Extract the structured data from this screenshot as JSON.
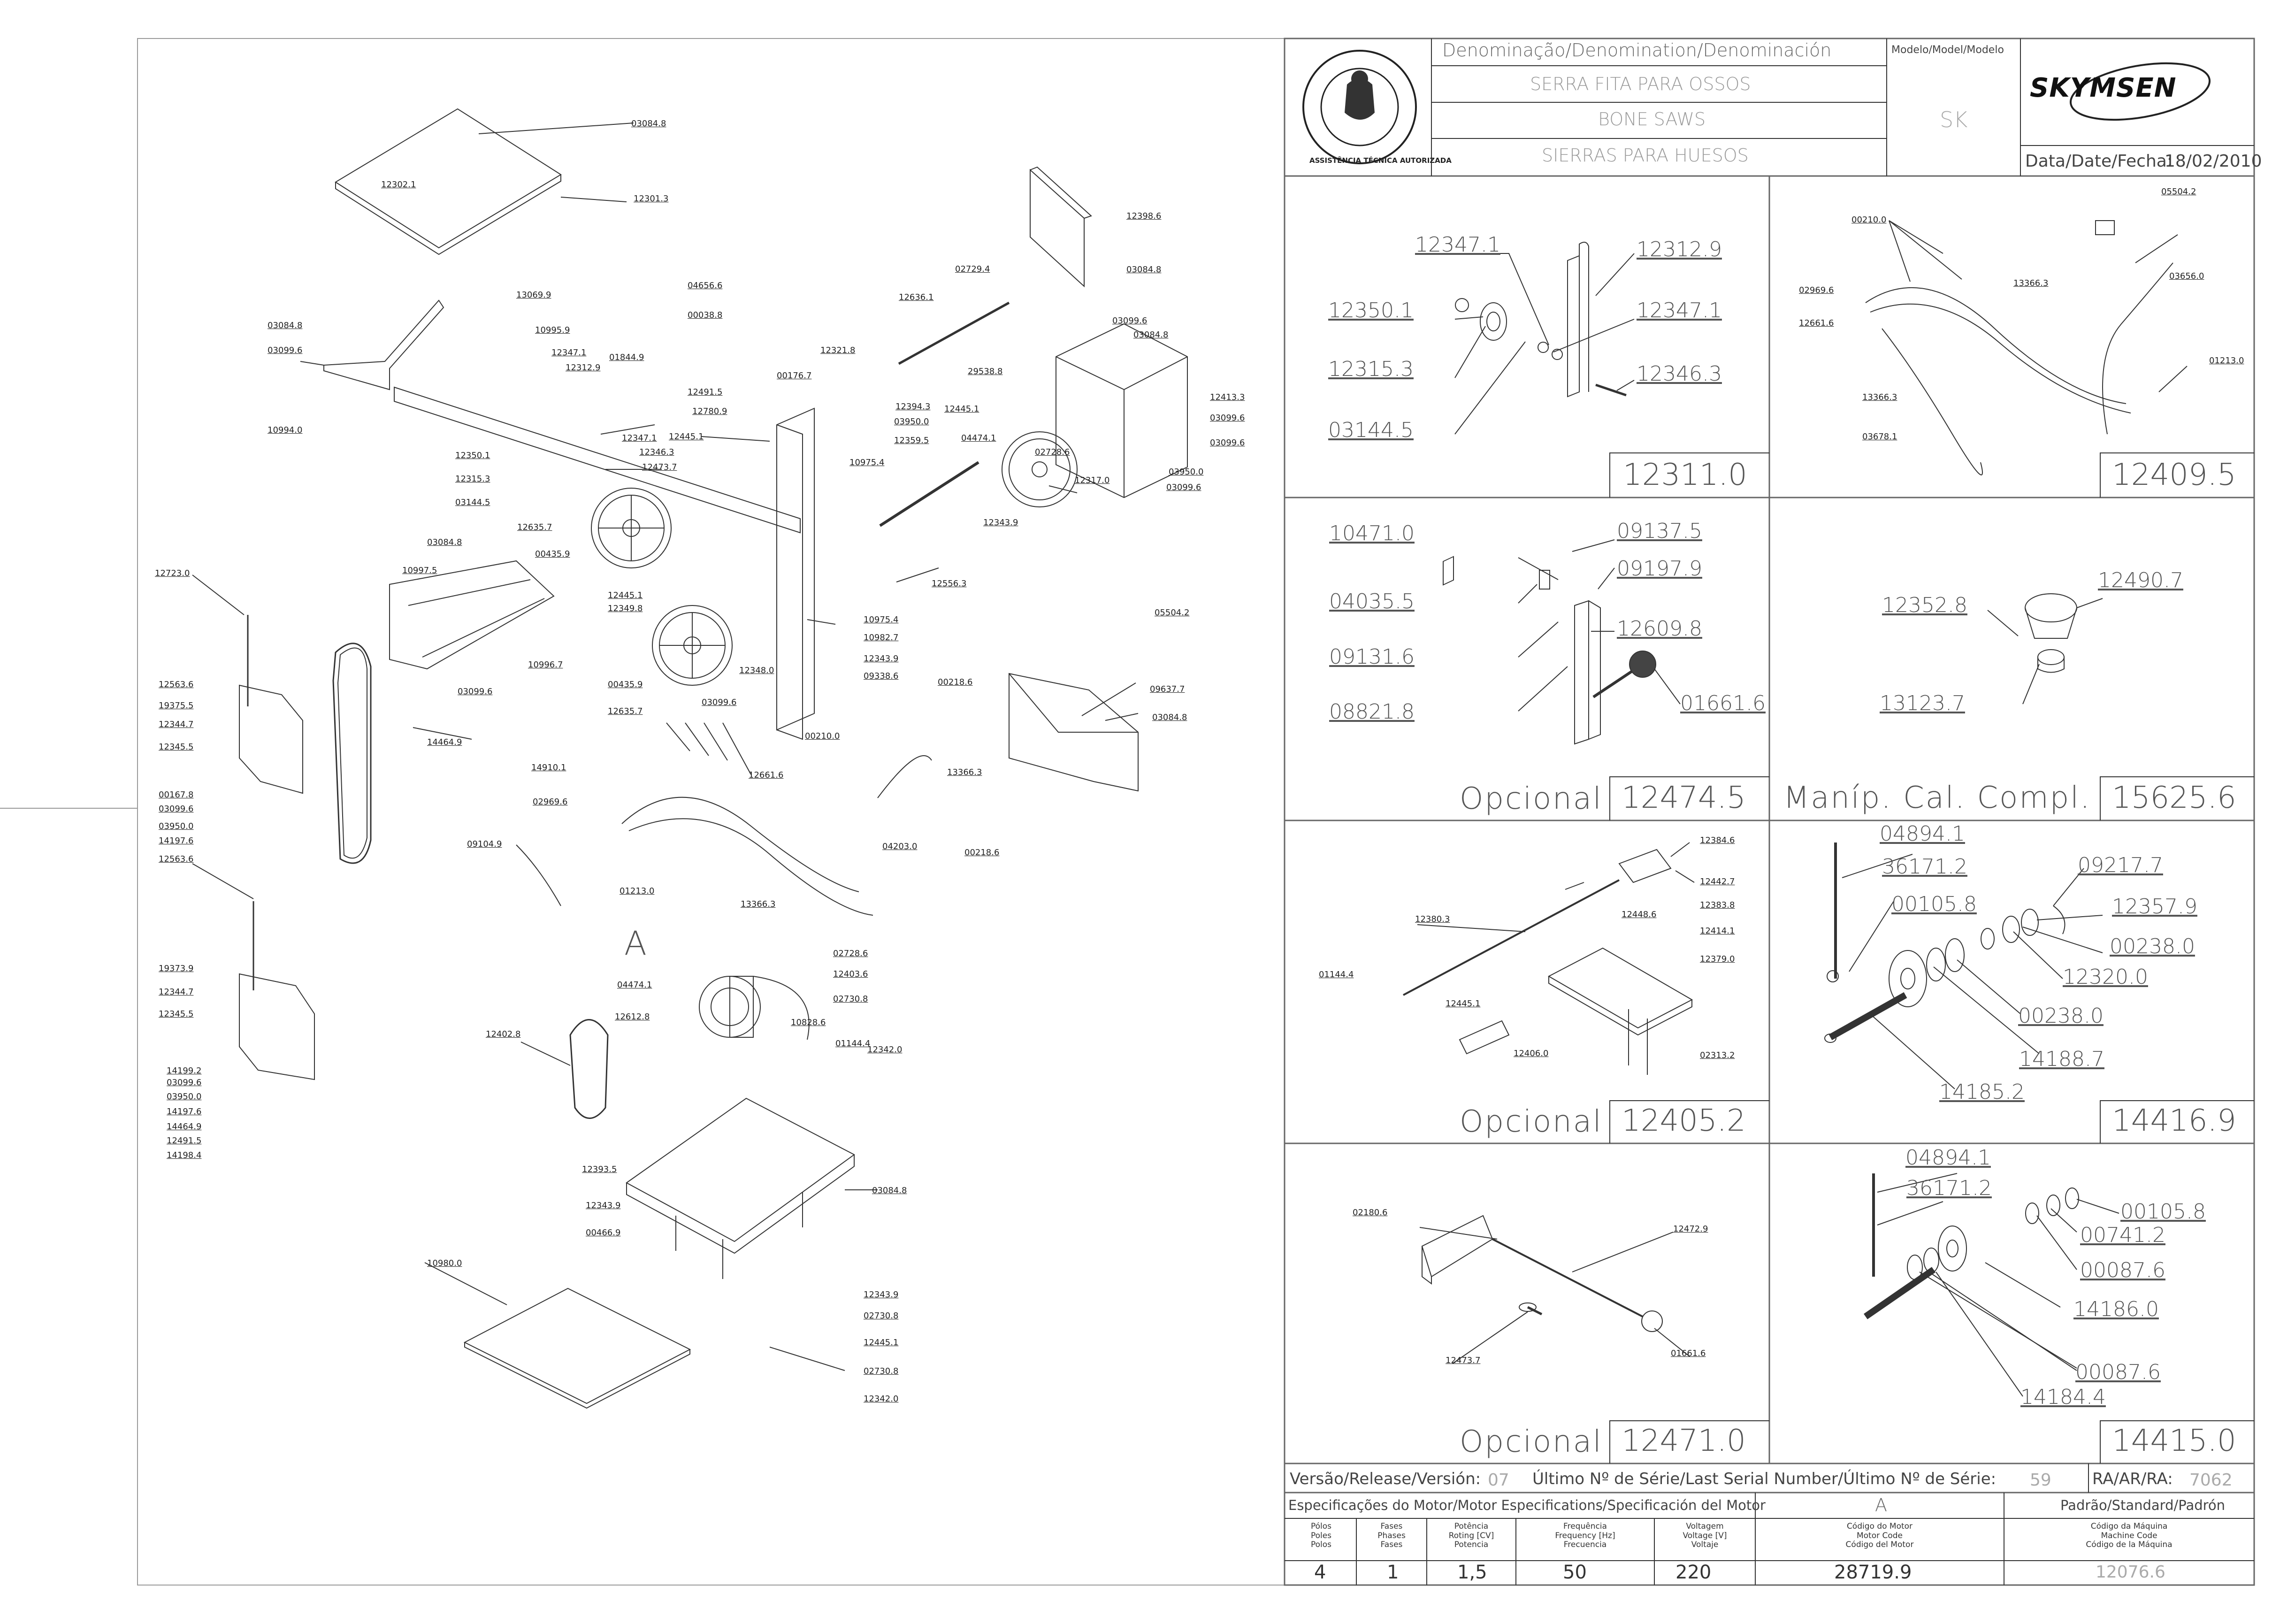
{
  "header": {
    "denomination_title": "Denominação/Denomination/Denominación",
    "name_pt": "SERRA FITA PARA OSSOS",
    "name_en": "BONE SAWS",
    "name_es": "SIERRAS PARA HUESOS",
    "model_title": "Modelo/Model/Modelo",
    "model": "SK",
    "brand": "SKYMSEN",
    "seal_text": "ASSISTÊNCIA TÉCNICA AUTORIZADA",
    "date_label": "Data/Date/Fecha:",
    "date": "18/02/2010"
  },
  "main_labels": [
    "03084.8",
    "12302.1",
    "12301.3",
    "13069.9",
    "10995.9",
    "03084.8",
    "03099.6",
    "10994.0",
    "12347.1",
    "12312.9",
    "01844.9",
    "12350.1",
    "12315.3",
    "03144.5",
    "12347.1",
    "12346.3",
    "12473.7",
    "12491.5",
    "12780.9",
    "12445.1",
    "04656.6",
    "00038.8",
    "12321.8",
    "00176.7",
    "12394.3",
    "03950.0",
    "12359.5",
    "12636.1",
    "02729.4",
    "12398.6",
    "03084.8",
    "03099.6",
    "03084.8",
    "29538.8",
    "12413.3",
    "03099.6",
    "03099.6",
    "12445.1",
    "04474.1",
    "02728.6",
    "12317.0",
    "03950.0",
    "03099.6",
    "10975.4",
    "12343.9",
    "12635.7",
    "00435.9",
    "03084.8",
    "10997.5",
    "03099.6",
    "12445.1",
    "12349.8",
    "12556.3",
    "10975.4",
    "10982.7",
    "12343.9",
    "09338.6",
    "12348.0",
    "00435.9",
    "12635.7",
    "10996.7",
    "03099.6",
    "00210.0",
    "00218.6",
    "05504.2",
    "09637.7",
    "03084.8",
    "12723.0",
    "12563.6",
    "19375.5",
    "12344.7",
    "12345.5",
    "00167.8",
    "03099.6",
    "03950.0",
    "14197.6",
    "14464.9",
    "14910.1",
    "02969.6",
    "12661.6",
    "13366.3",
    "09104.9",
    "04203.0",
    "00218.6",
    "01213.0",
    "13366.3",
    "12563.6",
    "02728.6",
    "12403.6",
    "02730.8",
    "04474.1",
    "19373.9",
    "12344.7",
    "12612.8",
    "10828.6",
    "12345.5",
    "01144.4",
    "12342.0",
    "12402.8",
    "14199.2",
    "03099.6",
    "03950.0",
    "14197.6",
    "14464.9",
    "12491.5",
    "14198.4",
    "12393.5",
    "03084.8",
    "12343.9",
    "00466.9",
    "12343.9",
    "02730.8",
    "12445.1",
    "02730.8",
    "10980.0",
    "12342.0"
  ],
  "detail_A_label": "A",
  "panels": {
    "p12311": {
      "code": "12311.0",
      "labels": [
        "12347.1",
        "12312.9",
        "12350.1",
        "12347.1",
        "12315.3",
        "12346.3",
        "03144.5"
      ]
    },
    "p12409": {
      "code": "12409.5",
      "labels": [
        "05504.2",
        "00210.0",
        "02969.6",
        "13366.3",
        "03656.0",
        "12661.6",
        "01213.0",
        "13366.3",
        "03678.1"
      ]
    },
    "p12474": {
      "optional": "Opcional",
      "code": "12474.5",
      "labels": [
        "10471.0",
        "09137.5",
        "09197.9",
        "04035.5",
        "12609.8",
        "09131.6",
        "01661.6",
        "08821.8"
      ]
    },
    "p15625": {
      "optional": "Maníp. Cal. Compl.",
      "code": "15625.6",
      "labels": [
        "12490.7",
        "12352.8",
        "13123.7"
      ]
    },
    "p12405": {
      "optional": "Opcional",
      "code": "12405.2",
      "labels": [
        "12384.6",
        "12442.7",
        "12383.8",
        "12380.3",
        "12448.6",
        "12414.1",
        "12379.0",
        "01144.4",
        "12445.1",
        "12406.0",
        "02313.2"
      ]
    },
    "p14416": {
      "code": "14416.9",
      "labels": [
        "04894.1",
        "36171.2",
        "09217.7",
        "00105.8",
        "12357.9",
        "00238.0",
        "12320.0",
        "00238.0",
        "14188.7",
        "14185.2"
      ]
    },
    "p12471": {
      "optional": "Opcional",
      "code": "12471.0",
      "labels": [
        "02180.6",
        "12472.9",
        "12473.7",
        "01661.6"
      ]
    },
    "p14415": {
      "code": "14415.0",
      "labels": [
        "04894.1",
        "36171.2",
        "00105.8",
        "00741.2",
        "00087.6",
        "14186.0",
        "00087.6",
        "14184.4"
      ]
    }
  },
  "footer": {
    "version_label": "Versão/Release/Versión:",
    "version": "07",
    "serial_label": "Último Nº de Série/Last Serial Number/Último Nº de Série:",
    "serial": "59",
    "ra_label": "RA/AR/RA:",
    "ra": "7062",
    "motor_spec_title": "Especificações do Motor/Motor Especifications/Specificación del Motor",
    "motor_variant": "A",
    "standard_title": "Padrão/Standard/Padrón",
    "col_poles": [
      "Pólos",
      "Poles",
      "Polos"
    ],
    "col_phases": [
      "Fases",
      "Phases",
      "Fases"
    ],
    "col_power": [
      "Potência",
      "Roting [CV]",
      "Potencia"
    ],
    "col_freq": [
      "Frequência",
      "Frequency [Hz]",
      "Frecuencia"
    ],
    "col_voltage": [
      "Voltagem",
      "Voltage [V]",
      "Voltaje"
    ],
    "col_motor_code": [
      "Código do Motor",
      "Motor Code",
      "Código del Motor"
    ],
    "col_machine_code": [
      "Código da Máquina",
      "Machine Code",
      "Código de la Máquina"
    ],
    "poles": "4",
    "phases": "1",
    "power": "1,5",
    "frequency": "50",
    "voltage": "220",
    "motor_code": "28719.9",
    "machine_code": "12076.6"
  }
}
